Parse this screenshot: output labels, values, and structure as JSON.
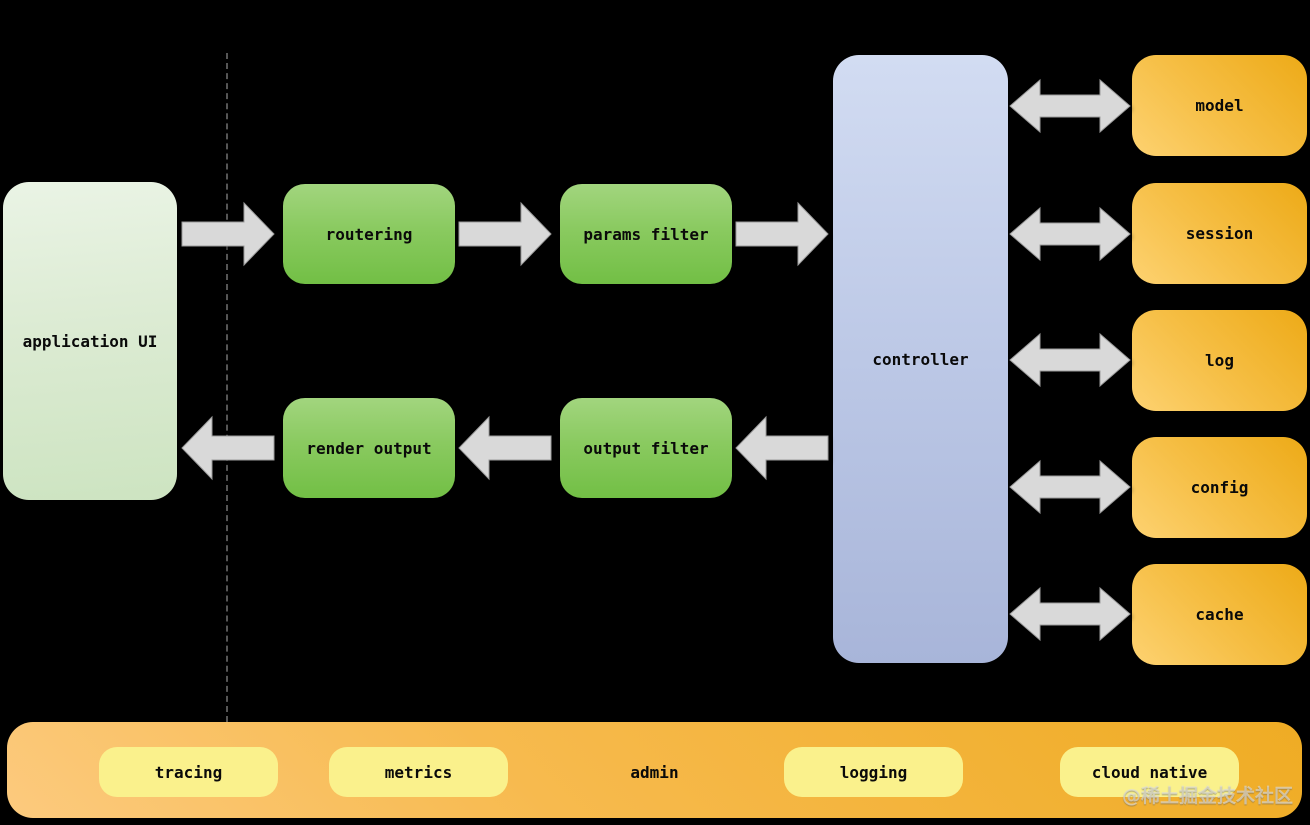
{
  "nodes": {
    "app_ui": {
      "label": "application UI"
    },
    "routering": {
      "label": "routering"
    },
    "params_filter": {
      "label": "params filter"
    },
    "render_output": {
      "label": "render output"
    },
    "output_filter": {
      "label": "output filter"
    },
    "controller": {
      "label": "controller"
    }
  },
  "services": [
    {
      "label": "model"
    },
    {
      "label": "session"
    },
    {
      "label": "log"
    },
    {
      "label": "config"
    },
    {
      "label": "cache"
    }
  ],
  "platform_bar": {
    "items": [
      {
        "label": "tracing",
        "pill": true
      },
      {
        "label": "metrics",
        "pill": true
      },
      {
        "label": "admin",
        "pill": false
      },
      {
        "label": "logging",
        "pill": true
      },
      {
        "label": "cloud native",
        "pill": true
      }
    ]
  },
  "watermark": "@稀土掘金技术社区",
  "colors": {
    "background": "#000000",
    "app_ui_gradient": [
      "#eaf4e5",
      "#cde4c1"
    ],
    "green_node_gradient": [
      "#a2d57e",
      "#72bf45"
    ],
    "controller_gradient": [
      "#d2dcf2",
      "#a8b5d9"
    ],
    "service_gradient": [
      "#fdd271",
      "#edaa17"
    ],
    "platform_bar_gradient": [
      "#fcca7e",
      "#efac24"
    ],
    "pill": "#faf18c",
    "arrow": "#d9d9d9",
    "dashed_line": "#565656",
    "label_text": "#0a0a0a"
  }
}
